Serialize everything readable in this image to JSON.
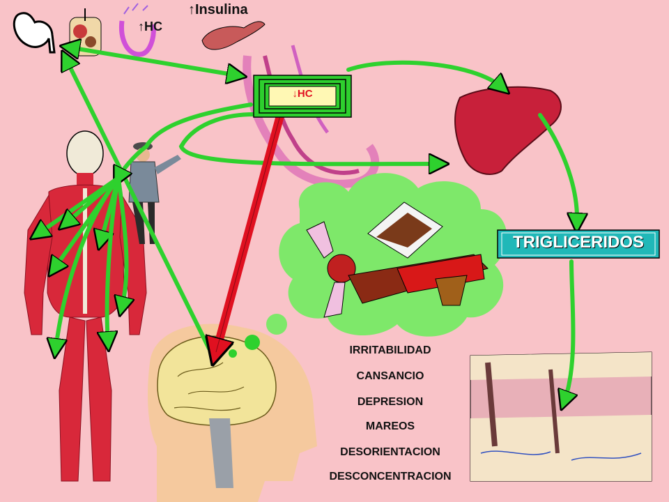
{
  "labels": {
    "insulina": "↑Insulina",
    "hc_up": "↑HC",
    "hc_down": "↓HC",
    "trigliceridos": "TRIGLICERIDOS"
  },
  "symptoms": [
    "IRRITABILIDAD",
    "CANSANCIO",
    "DEPRESION",
    "MAREOS",
    "DESORIENTACION",
    "DESCONCENTRACION"
  ],
  "colors": {
    "background": "#f9c3c8",
    "arrow_green": "#2ed12e",
    "arrow_red": "#e01020",
    "box_green": "#2ecf2e",
    "box_face": "#fff8b4",
    "box_text": "#e01020",
    "trig_box": "#20b8b8",
    "trig_text": "#ffffff",
    "liver": "#c8203a",
    "muscle": "#d8283a",
    "brain": "#f2e49a",
    "head": "#f5c99e",
    "thought_cloud": "#7ee86a",
    "skin_top": "#f4e4c8",
    "skin_mid": "#e8b0b8"
  }
}
